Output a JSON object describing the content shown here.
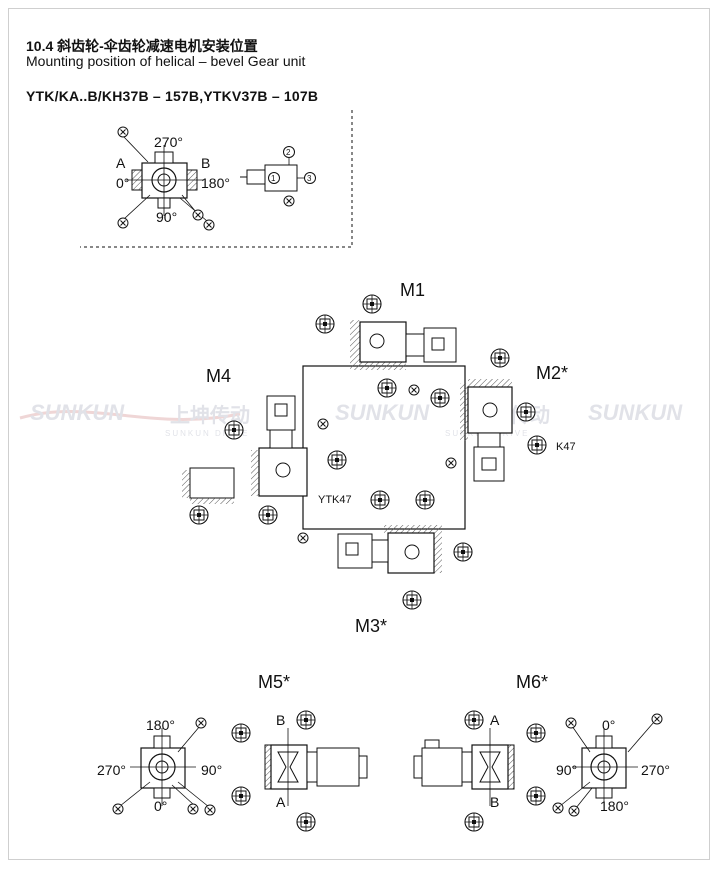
{
  "header": {
    "title_cn": "10.4 斜齿轮-伞齿轮减速电机安装位置",
    "title_en": "Mounting position of helical – bevel Gear unit",
    "models": "YTK/KA..B/KH37B – 157B,YTKV37B – 107B"
  },
  "legend_box": {
    "label_a": "A",
    "label_b": "B",
    "angle_top": "270°",
    "angle_left": "0°",
    "angle_right": "180°",
    "angle_bottom": "90°",
    "x_mark": "x",
    "num_1": "1",
    "num_2": "2",
    "num_3": "3"
  },
  "positions": {
    "m1": "M1",
    "m2": "M2*",
    "m3": "M3*",
    "m4": "M4",
    "m5": "M5*",
    "m6": "M6*",
    "k47": "K47",
    "ytk47": "YTK47"
  },
  "m5_block": {
    "angle_top": "180°",
    "angle_left": "270°",
    "angle_right": "90°",
    "angle_bottom": "0°",
    "label_b": "B",
    "label_a": "A"
  },
  "m6_block": {
    "angle_top": "0°",
    "angle_left": "90°",
    "angle_right": "270°",
    "angle_bottom": "180°",
    "label_a": "A",
    "label_b": "B"
  },
  "watermark": {
    "brand": "SUNKUN",
    "cn": "上坤传动",
    "sub": "SUNKUN DRIVE"
  },
  "colors": {
    "ink": "#111111",
    "watermark": "#c9ccd6",
    "watermark_red": "#e2b5b5",
    "hatch": "#555555"
  }
}
